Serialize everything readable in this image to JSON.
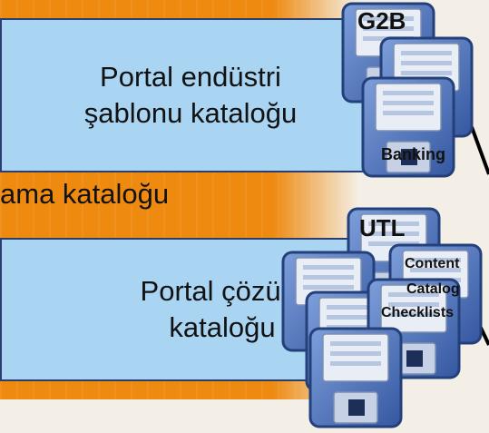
{
  "top_box": {
    "line1": "Portal endüstri",
    "line2": "şablonu kataloğu"
  },
  "strip": {
    "label": "ama kataloğu"
  },
  "bottom_box": {
    "line1": "Portal çözüm",
    "line2": "kataloğu"
  },
  "top_disks": {
    "label_top": "G2B",
    "label_bottom": "Banking"
  },
  "bottom_disks": {
    "label_top": "UTL",
    "label_middle": [
      "Content",
      "Catalog",
      "Checklists"
    ]
  },
  "icons": {
    "disk": "floppy-disk-icon"
  },
  "colors": {
    "orange": "#ee8a10",
    "box_fill": "#a9d4f2",
    "disk_blue": "#4d74b8"
  }
}
